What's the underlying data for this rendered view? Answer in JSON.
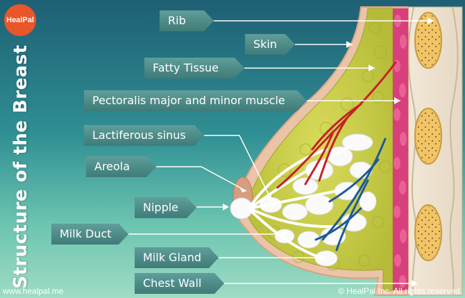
{
  "brand": {
    "logo_text": "HealPal",
    "website": "www.healpal.me",
    "copyright": "© HealPal Inc. All rights reserved."
  },
  "title": "Structure of the Breast",
  "labels": {
    "rib": "Rib",
    "skin": "Skin",
    "fatty_tissue": "Fatty Tissue",
    "pectoralis": "Pectoralis major and minor muscle",
    "lactiferous_sinus": "Lactiferous sinus",
    "areola": "Areola",
    "nipple": "Nipple",
    "milk_duct": "Milk Duct",
    "milk_gland": "Milk Gland",
    "chest_wall": "Chest Wall"
  },
  "colors": {
    "background_top": "#1e5f74",
    "background_bottom": "#9fdcc4",
    "label_fill": "#4f8d8a",
    "skin": "#ebc3a6",
    "fat": "#cfd250",
    "muscle": "#d7407c",
    "artery": "#c5202a",
    "vein": "#1c5a96",
    "logo": "#e8562a"
  }
}
